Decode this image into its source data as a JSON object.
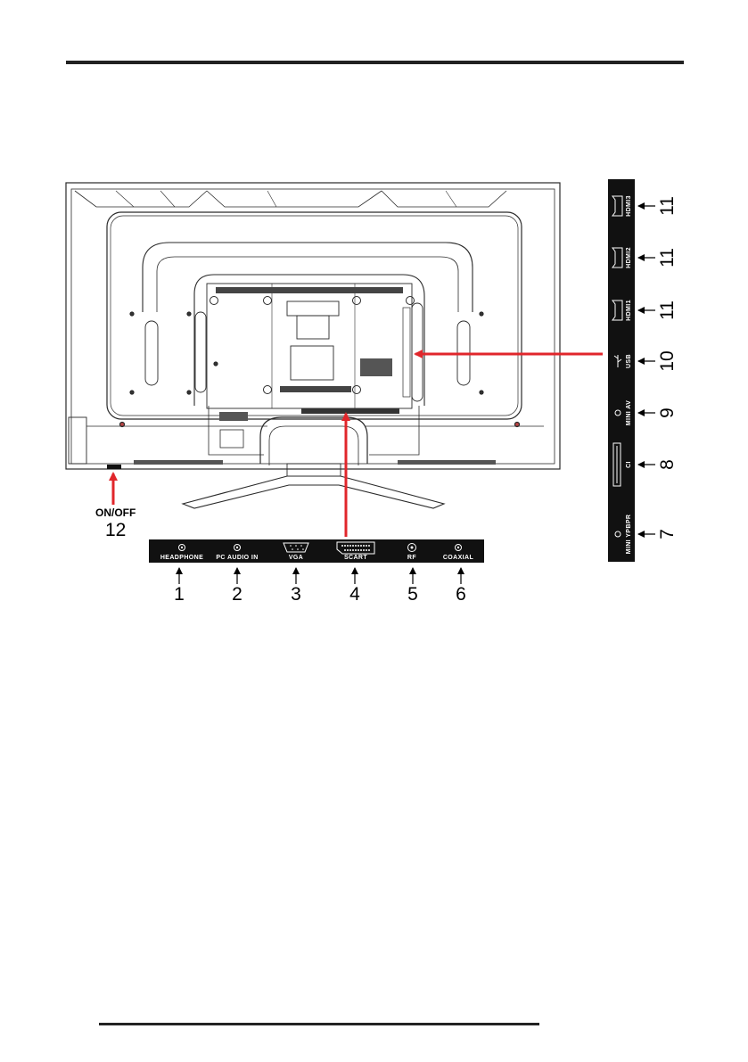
{
  "bottom_panel": {
    "ports": [
      {
        "label": "HEADPHONE",
        "number": "1",
        "icon": "jack-icon"
      },
      {
        "label": "PC AUDIO IN",
        "number": "2",
        "icon": "jack-icon"
      },
      {
        "label": "VGA",
        "number": "3",
        "icon": "vga-port-icon"
      },
      {
        "label": "SCART",
        "number": "4",
        "icon": "scart-port-icon"
      },
      {
        "label": "RF",
        "number": "5",
        "icon": "rf-jack-icon"
      },
      {
        "label": "COAXIAL",
        "number": "6",
        "icon": "jack-icon"
      }
    ]
  },
  "side_panel": {
    "ports": [
      {
        "label": "HDMI3",
        "number": "11",
        "icon": "hdmi-port-icon"
      },
      {
        "label": "HDMI2",
        "number": "11",
        "icon": "hdmi-port-icon"
      },
      {
        "label": "HDMI1",
        "number": "11",
        "icon": "hdmi-port-icon"
      },
      {
        "label": "USB",
        "number": "10",
        "icon": "usb-icon"
      },
      {
        "label": "MINI AV",
        "number": "9",
        "icon": "jack-icon"
      },
      {
        "label": "CI",
        "number": "8",
        "icon": "ci-slot-icon"
      },
      {
        "label": "MINI YPBPR",
        "number": "7",
        "icon": "jack-icon"
      }
    ]
  },
  "power": {
    "label": "ON/OFF",
    "number": "12"
  },
  "colors": {
    "arrow": "#e0262b",
    "panel": "#111111",
    "line": "#222222"
  }
}
